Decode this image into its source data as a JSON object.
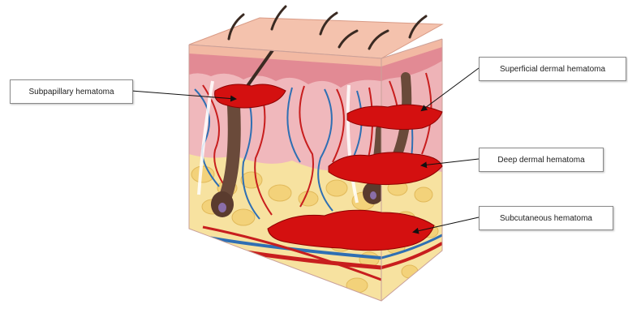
{
  "labels": {
    "subpapillary": "Subpapillary hematoma",
    "superficial_dermal": "Superficial dermal hematoma",
    "deep_dermal": "Deep dermal hematoma",
    "subcutaneous": "Subcutaneous hematoma"
  },
  "colors": {
    "epidermis": "#f2b9a3",
    "dermis": "#f0b8bc",
    "papillary": "#e58a93",
    "fat": "#f7e2a0",
    "fat_cell": "#f3d27a",
    "hematoma": "#d41010",
    "artery": "#c81e1e",
    "vein": "#2f6fb3",
    "hair": "#3a2a22",
    "leader": "#111111"
  }
}
